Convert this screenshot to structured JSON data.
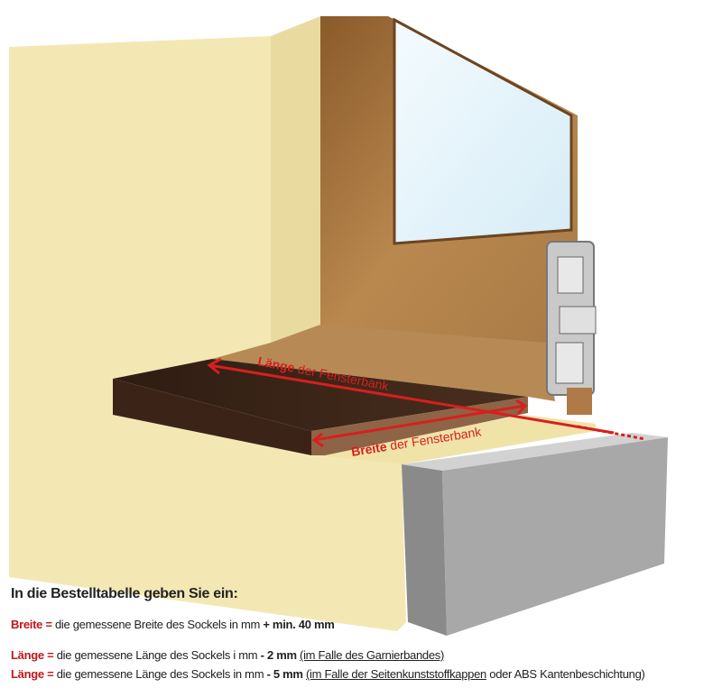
{
  "illustration": {
    "length_label": {
      "name": "Länge",
      "rest": " der Fensterbank"
    },
    "width_label": {
      "name": "Breite",
      "rest": " der Fensterbank"
    }
  },
  "instructions": {
    "heading": "In die Bestelltabelle geben Sie ein:",
    "lines": [
      {
        "key": "Breite =",
        "text": " die gemessene Breite des Sockels in mm ",
        "bold": "+ min. 40 mm",
        "underlined": "",
        "tail": ""
      },
      {
        "key": "Länge =",
        "text": " die gemessene Länge des Sockels i mm ",
        "bold": "- 2 mm",
        "underlined": "(im Falle des Garnierbandes)",
        "tail": ""
      },
      {
        "key": "Länge =",
        "text": " die gemessene Länge des Sockels in mm ",
        "bold": "- 5 mm",
        "underlined": "(im Falle der Seitenkunststoffkappen",
        "tail": " oder ABS Kantenbeschichtung)"
      }
    ]
  },
  "colors": {
    "accent_red": "#c0161b",
    "wall": "#f3e8b4",
    "frame": "#a97a46",
    "sill": "#3a2418",
    "block": "#a8a8a8"
  }
}
